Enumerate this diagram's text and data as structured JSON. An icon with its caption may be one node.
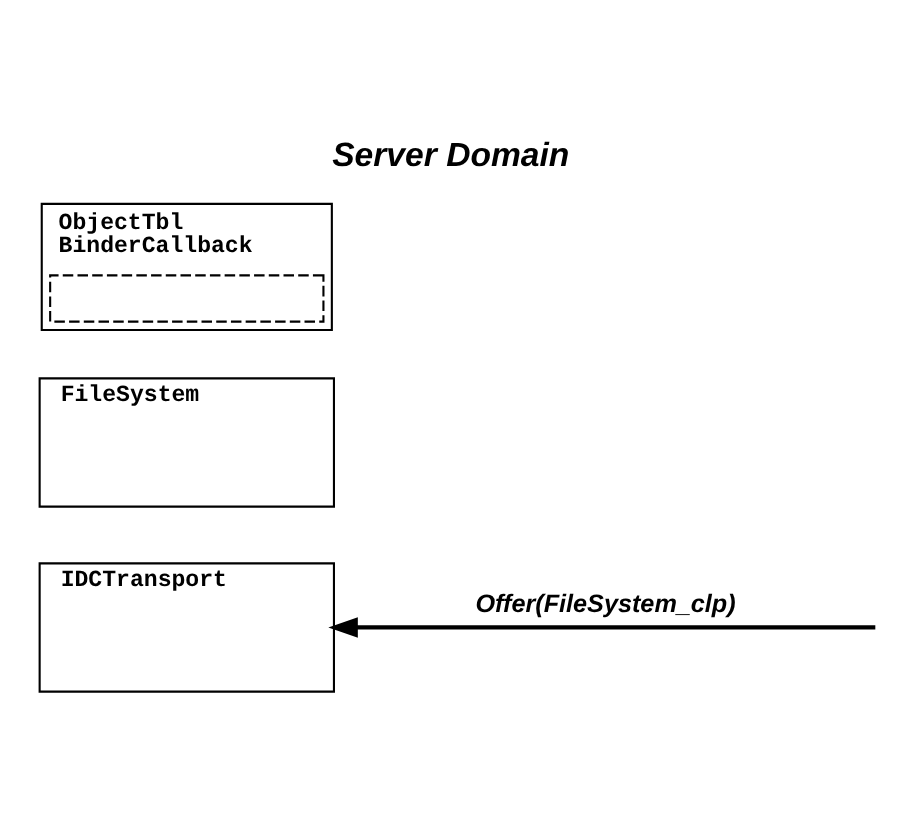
{
  "diagram": {
    "title": "Server Domain",
    "nodes": [
      {
        "text": [
          "ObjectTbl",
          "BinderCallback"
        ]
      },
      {
        "text": [],
        "shape": "box",
        "in": 0
      },
      {
        "text": [
          "FileSystem"
        ]
      },
      {
        "text": [
          "IDCTransport"
        ]
      }
    ],
    "edges": [
      {
        "from": null,
        "to": 3,
        "arrow": "to",
        "label": "Offer(FileSystem_clp)"
      }
    ]
  }
}
